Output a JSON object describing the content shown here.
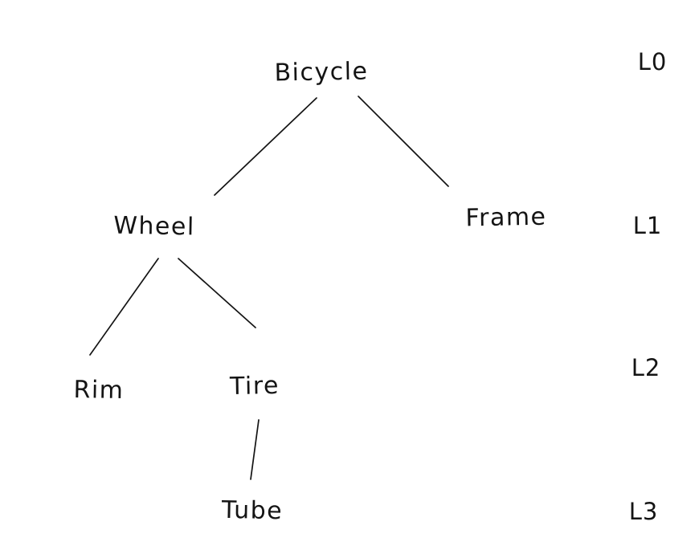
{
  "diagram": {
    "type": "tree",
    "nodes": {
      "bicycle": {
        "label": "Bicycle",
        "level": "L0"
      },
      "wheel": {
        "label": "Wheel",
        "level": "L1"
      },
      "frame": {
        "label": "Frame",
        "level": "L1"
      },
      "rim": {
        "label": "Rim",
        "level": "L2"
      },
      "tire": {
        "label": "Tire",
        "level": "L2"
      },
      "tube": {
        "label": "Tube",
        "level": "L3"
      }
    },
    "edges": [
      {
        "from": "Bicycle",
        "to": "Wheel"
      },
      {
        "from": "Bicycle",
        "to": "Frame"
      },
      {
        "from": "Wheel",
        "to": "Rim"
      },
      {
        "from": "Wheel",
        "to": "Tire"
      },
      {
        "from": "Tire",
        "to": "Tube"
      }
    ],
    "levels": [
      {
        "label": "L0"
      },
      {
        "label": "L1"
      },
      {
        "label": "L2"
      },
      {
        "label": "L3"
      }
    ],
    "colors": {
      "ink": "#141414",
      "background": "#ffffff"
    }
  }
}
